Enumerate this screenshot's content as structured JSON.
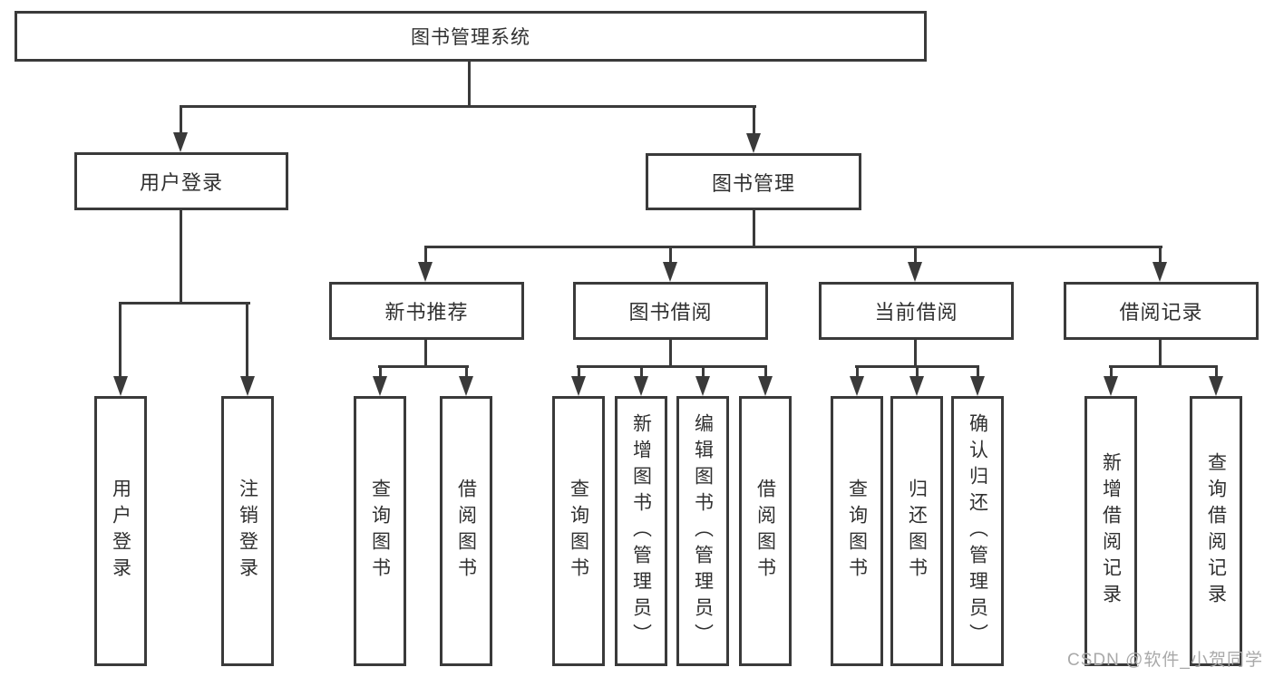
{
  "colors": {
    "line": "#3a3a3a",
    "text": "#303030",
    "watermark": "#a9a9a9",
    "bg": "#ffffff"
  },
  "tree": {
    "root_label": "图书管理系统",
    "level2": [
      {
        "label": "用户登录",
        "children": [
          "用户登录",
          "注销登录"
        ]
      },
      {
        "label": "图书管理"
      }
    ],
    "level3": [
      {
        "label": "新书推荐",
        "children": [
          "查询图书",
          "借阅图书"
        ]
      },
      {
        "label": "图书借阅",
        "children": [
          "查询图书",
          "新增图书（管理员）",
          "编辑图书（管理员）",
          "借阅图书"
        ]
      },
      {
        "label": "当前借阅",
        "children": [
          "查询图书",
          "归还图书",
          "确认归还（管理员）"
        ]
      },
      {
        "label": "借阅记录",
        "children": [
          "新增借阅记录",
          "查询借阅记录"
        ]
      }
    ]
  },
  "watermark": {
    "text": "CSDN @软件_小贺同学"
  }
}
